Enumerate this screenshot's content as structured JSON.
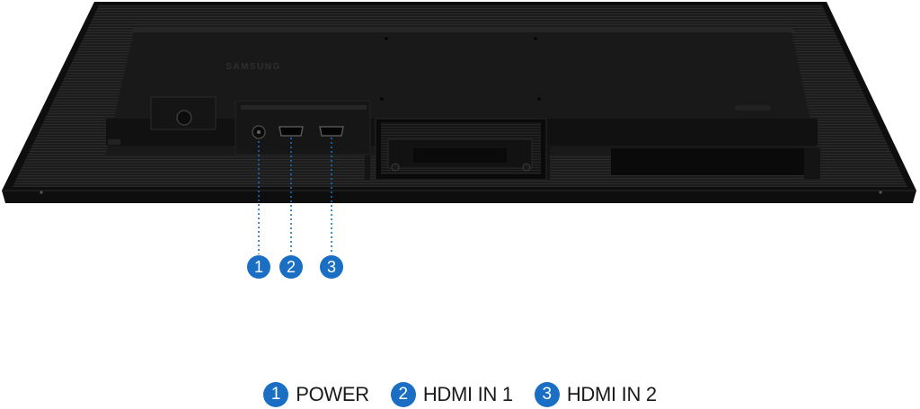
{
  "brand_text": "SAMSUNG",
  "accent_color": "#1a6fc4",
  "ports": [
    {
      "number": "1",
      "label": "POWER",
      "icon": "dc-power-jack-icon"
    },
    {
      "number": "2",
      "label": "HDMI IN 1",
      "icon": "hdmi-port-icon"
    },
    {
      "number": "3",
      "label": "HDMI IN 2",
      "icon": "hdmi-port-icon"
    }
  ]
}
